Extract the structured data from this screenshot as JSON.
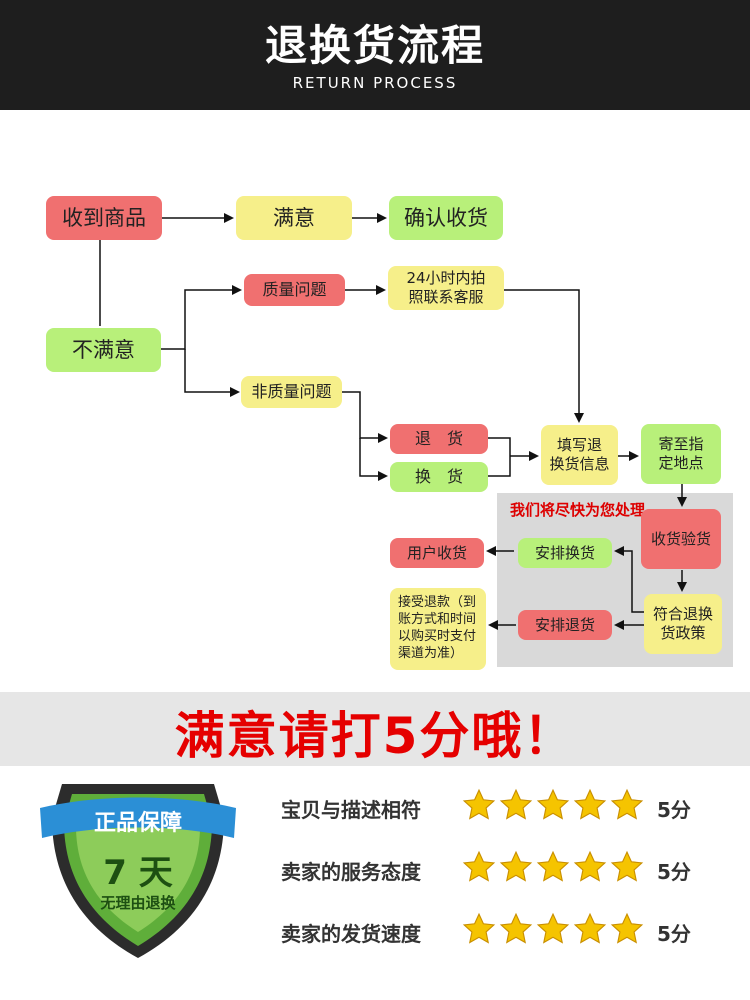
{
  "header": {
    "title": "退换货流程",
    "subtitle": "RETURN PROCESS"
  },
  "flow": {
    "received": "收到商品",
    "satisfied": "满意",
    "confirm": "确认收货",
    "unsatisfied": "不满意",
    "quality_issue": "质量问题",
    "contact_service": [
      "24小时内拍",
      "照联系客服"
    ],
    "non_quality_issue": "非质量问题",
    "return_goods": "退　货",
    "exchange_goods": "换　货",
    "fill_info": [
      "填写退",
      "换货信息"
    ],
    "send_to": [
      "寄至指",
      "定地点"
    ],
    "notice": "我们将尽快为您处理",
    "receive_inspect": "收货验货",
    "arrange_exchange": "安排换货",
    "user_receive": "用户收货",
    "policy": [
      "符合退换",
      "货政策"
    ],
    "arrange_return": "安排退货",
    "refund": [
      "接受退款（到",
      "账方式和时间",
      "以购买时支付",
      "渠道为准）"
    ]
  },
  "banner": "满意请打5分哦！",
  "badge": {
    "title": "正品保障",
    "days": "7 天",
    "caption": "无理由退换"
  },
  "ratings": [
    {
      "label": "宝贝与描述相符",
      "stars": 5,
      "value": "5分"
    },
    {
      "label": "卖家的服务态度",
      "stars": 5,
      "value": "5分"
    },
    {
      "label": "卖家的发货速度",
      "stars": 5,
      "value": "5分"
    }
  ],
  "colors": {
    "red": "#f07070",
    "yellow": "#f6ef8a",
    "green": "#b8f07a",
    "banner_text": "#e50000",
    "star": "#f5c400"
  }
}
